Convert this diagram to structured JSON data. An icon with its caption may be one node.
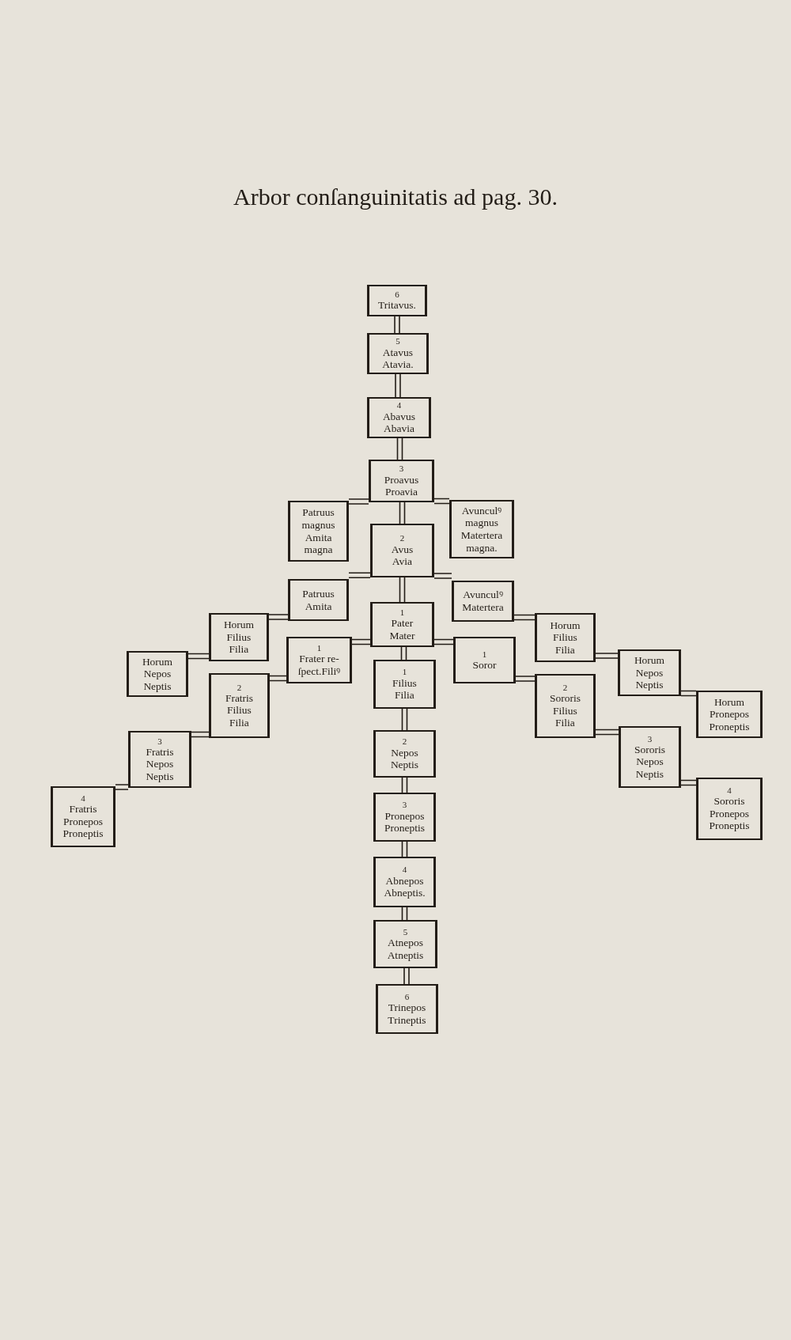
{
  "diagram": {
    "title": "Arbor conſanguinitatis ad pag. 30.",
    "nodes": [
      {
        "text": [
          "6",
          "Tritavus."
        ]
      },
      {
        "text": [
          "5",
          "Atavus Atavia."
        ]
      },
      {
        "text": [
          "4",
          "Abavus Abavia"
        ]
      },
      {
        "text": [
          "3",
          "Proavus Proavia"
        ]
      },
      {
        "text": [
          "Patruus magnus Amita magna"
        ]
      },
      {
        "text": [
          "2",
          "Avus Avia"
        ]
      },
      {
        "text": [
          "Avunculꝰ magnus Matertera magna."
        ]
      },
      {
        "text": [
          "Patruus Amita"
        ]
      },
      {
        "text": [
          "1",
          "Pater Mater"
        ]
      },
      {
        "text": [
          "Avunculꝰ Matertera"
        ]
      },
      {
        "text": [
          "Horum Filius Filia"
        ]
      },
      {
        "text": [
          "1",
          "Frater re-ſpect.Filiꝰ"
        ]
      },
      {
        "text": [
          "1",
          "Soror"
        ]
      },
      {
        "text": [
          "Horum Filius Filia"
        ]
      },
      {
        "text": [
          "Horum Nepos Neptis"
        ]
      },
      {
        "text": [
          "2",
          "Fratris Filius Filia"
        ]
      },
      {
        "text": [
          "1",
          "Filius Filia"
        ]
      },
      {
        "text": [
          "2",
          "Sororis Filius Filia"
        ]
      },
      {
        "text": [
          "Horum Nepos Neptis"
        ]
      },
      {
        "text": [
          "3",
          "Fratris Nepos Neptis"
        ]
      },
      {
        "text": [
          "2",
          "Nepos Neptis"
        ]
      },
      {
        "text": [
          "3",
          "Sororis Nepos Neptis"
        ]
      },
      {
        "text": [
          "Horum Pronepos Proneptis"
        ]
      },
      {
        "text": [
          "4",
          "Fratris Pronepos Proneptis"
        ]
      },
      {
        "text": [
          "3",
          "Pronepos Proneptis"
        ]
      },
      {
        "text": [
          "4",
          "Sororis Pronepos Proneptis"
        ]
      },
      {
        "text": [
          "4",
          "Abnepos Abneptis."
        ]
      },
      {
        "text": [
          "5",
          "Atnepos Atneptis"
        ]
      },
      {
        "text": [
          "6",
          "Trinepos Trineptis"
        ]
      }
    ],
    "edges": [
      {
        "from": 0,
        "to": 1,
        "arrow": "none"
      },
      {
        "from": 1,
        "to": 2,
        "arrow": "none"
      },
      {
        "from": 2,
        "to": 3,
        "arrow": "none"
      },
      {
        "from": 3,
        "to": 4,
        "arrow": "none"
      },
      {
        "from": 3,
        "to": 6,
        "arrow": "none"
      },
      {
        "from": 3,
        "to": 5,
        "arrow": "none"
      },
      {
        "from": 5,
        "to": 7,
        "arrow": "none"
      },
      {
        "from": 5,
        "to": 9,
        "arrow": "none"
      },
      {
        "from": 5,
        "to": 8,
        "arrow": "none"
      },
      {
        "from": 7,
        "to": 10,
        "arrow": "none"
      },
      {
        "from": 9,
        "to": 13,
        "arrow": "none"
      },
      {
        "from": 8,
        "to": 11,
        "arrow": "none"
      },
      {
        "from": 8,
        "to": 12,
        "arrow": "none"
      },
      {
        "from": 10,
        "to": 14,
        "arrow": "none"
      },
      {
        "from": 11,
        "to": 15,
        "arrow": "none"
      },
      {
        "from": 8,
        "to": 16,
        "arrow": "none"
      },
      {
        "from": 12,
        "to": 17,
        "arrow": "none"
      },
      {
        "from": 13,
        "to": 18,
        "arrow": "none"
      },
      {
        "from": 15,
        "to": 19,
        "arrow": "none"
      },
      {
        "from": 16,
        "to": 20,
        "arrow": "none"
      },
      {
        "from": 17,
        "to": 21,
        "arrow": "none"
      },
      {
        "from": 18,
        "to": 22,
        "arrow": "none"
      },
      {
        "from": 19,
        "to": 23,
        "arrow": "none"
      },
      {
        "from": 20,
        "to": 24,
        "arrow": "none"
      },
      {
        "from": 21,
        "to": 25,
        "arrow": "none"
      },
      {
        "from": 24,
        "to": 26,
        "arrow": "none"
      },
      {
        "from": 26,
        "to": 27,
        "arrow": "none"
      },
      {
        "from": 27,
        "to": 28,
        "arrow": "none"
      }
    ]
  }
}
